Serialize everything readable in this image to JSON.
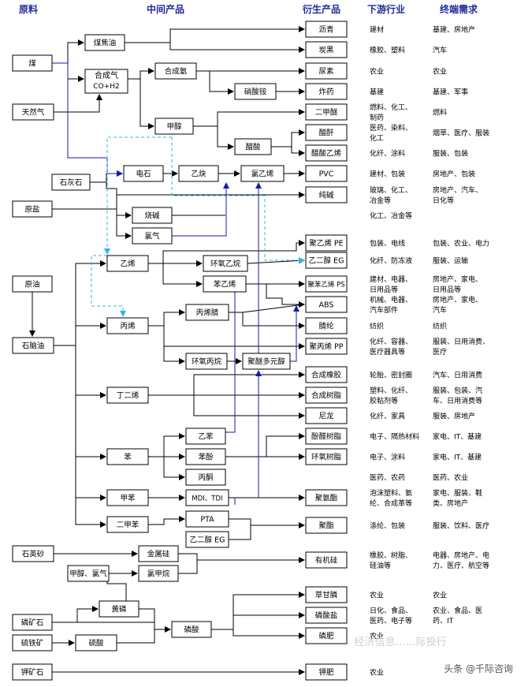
{
  "headers": {
    "raw": "原料",
    "intermediate": "中间产品",
    "derivative": "衍生产品",
    "downstream": "下游行业",
    "terminal": "终端需求"
  },
  "nodes": {
    "coal": "煤",
    "natural_gas": "天然气",
    "limestone": "石灰石",
    "salt": "原盐",
    "crude": "原油",
    "naphtha": "石脑油",
    "quartz": "石英砂",
    "methanol_chlorine": "甲醇、氯气",
    "phosphate_rock": "磷矿石",
    "pyrite": "硫铁矿",
    "potash_rock": "钾矿石",
    "coal_tar": "煤焦油",
    "syngas_1": "合成气",
    "syngas_2": "CO+H2",
    "ammonia": "合成氨",
    "ammonium_nitrate": "硝酸铵",
    "methanol": "甲醇",
    "acetic_acid": "醋酸",
    "carbide": "电石",
    "acetylene": "乙炔",
    "vinyl_chloride": "氯乙烯",
    "caustic_soda": "烧碱",
    "chlorine": "氯气",
    "ethylene": "乙烯",
    "ethylene_oxide": "环氧乙烷",
    "styrene": "苯乙烯",
    "propylene": "丙烯",
    "acrylonitrile": "丙烯腈",
    "propylene_oxide": "环氧丙烷",
    "polyether": "聚醚多元醇",
    "butadiene": "丁二烯",
    "benzene": "苯",
    "ethylbenzene": "乙苯",
    "phenol": "苯酚",
    "acetone": "丙酮",
    "toluene": "甲苯",
    "mdi_tdi": "MDI、TDI",
    "xylene": "二甲苯",
    "pta": "PTA",
    "meg": "乙二醇 EG",
    "metal_si": "金属硅",
    "chloromethane": "氯甲烷",
    "yellow_p": "黄磷",
    "sulfuric_acid": "硫酸",
    "phosphoric_acid": "磷酸",
    "asphalt": "沥青",
    "carbon_black": "炭黑",
    "urea": "尿素",
    "explosive": "炸药",
    "dme": "二甲醚",
    "acetic_anhydride": "醋酐",
    "vinyl_acetate": "醋酸乙烯",
    "pvc": "PVC",
    "soda_ash": "纯碱",
    "pe": "聚乙烯 PE",
    "eg": "乙二醇 EG",
    "ps": "聚苯乙烯 PS",
    "abs": "ABS",
    "acrylic": "腈纶",
    "pp": "聚丙烯 PP",
    "rubber": "合成橡胶",
    "resin": "合成树脂",
    "nylon": "尼龙",
    "phenolic": "酚醛树脂",
    "epoxy": "环氧树脂",
    "pu": "聚氨酯",
    "polyester": "聚酯",
    "silicone": "有机硅",
    "glyphosate": "草甘膦",
    "phosphate_salt": "磷酸盐",
    "phos_fert": "磷肥",
    "potash_fert": "钾肥"
  },
  "rows": [
    {
      "key": "asphalt",
      "down": [
        "建材"
      ],
      "term": [
        "基建、房地产"
      ]
    },
    {
      "key": "carbon_black",
      "down": [
        "橡胶、塑料"
      ],
      "term": [
        "汽车"
      ]
    },
    {
      "key": "urea",
      "down": [
        "农业"
      ],
      "term": [
        "农业"
      ]
    },
    {
      "key": "explosive",
      "down": [
        "基建"
      ],
      "term": [
        "基建、军事"
      ]
    },
    {
      "key": "dme",
      "down": [
        "燃料、化工、",
        "制药"
      ],
      "term": [
        "燃料"
      ]
    },
    {
      "key": "acetic_anhydride",
      "down": [
        "医药、染料、",
        "化工"
      ],
      "term": [
        "烟草、医疗、服装"
      ]
    },
    {
      "key": "vinyl_acetate",
      "down": [
        "化纤、涂料"
      ],
      "term": [
        "服装、包装"
      ]
    },
    {
      "key": "pvc",
      "down": [
        "建材、包装"
      ],
      "term": [
        "房地产、包装"
      ]
    },
    {
      "key": "soda_ash",
      "down": [
        "玻璃、化工、",
        "冶金等"
      ],
      "term": [
        "房地产、汽车、",
        "日化等"
      ]
    },
    {
      "key": "caustic_soda",
      "down": [
        "化工、冶金等"
      ],
      "term": []
    },
    {
      "key": "pe",
      "down": [
        "包装、电线"
      ],
      "term": [
        "包装、农业、电力"
      ]
    },
    {
      "key": "eg",
      "down": [
        "化纤、防冻液"
      ],
      "term": [
        "服装、运输"
      ]
    },
    {
      "key": "ps",
      "down": [
        "建材、电器、",
        "日用品等"
      ],
      "term": [
        "房地产、家电、",
        "日用品等"
      ]
    },
    {
      "key": "abs",
      "down": [
        "机械、电器、",
        "汽车部件"
      ],
      "term": [
        "房地产、家电、",
        "汽车"
      ]
    },
    {
      "key": "acrylic",
      "down": [
        "纺织"
      ],
      "term": [
        "纺织"
      ]
    },
    {
      "key": "pp",
      "down": [
        "化纤、容器、",
        "医疗器具等"
      ],
      "term": [
        "服装、日用消费、",
        "医疗"
      ]
    },
    {
      "key": "rubber",
      "down": [
        "轮胎、密封圈"
      ],
      "term": [
        "汽车、日用消费"
      ]
    },
    {
      "key": "resin",
      "down": [
        "塑料、化纤、",
        "胶粘剂等"
      ],
      "term": [
        "服装、包装、汽",
        "车、日用消费等"
      ]
    },
    {
      "key": "nylon",
      "down": [
        "化纤、家具"
      ],
      "term": [
        "服装、房地产"
      ]
    },
    {
      "key": "phenolic",
      "down": [
        "电子、隔热材料"
      ],
      "term": [
        "家电、IT、基建"
      ]
    },
    {
      "key": "epoxy",
      "down": [
        "电子、涂料"
      ],
      "term": [
        "家电、IT、基建"
      ]
    },
    {
      "key": "acetone",
      "down": [
        "医药、农药"
      ],
      "term": [
        "医药、农业"
      ]
    },
    {
      "key": "pu",
      "down": [
        "泡沫塑料、氨",
        "纶、合成革等"
      ],
      "term": [
        "家电、服装、鞋",
        "类、房地产"
      ]
    },
    {
      "key": "polyester",
      "down": [
        "涤纶、包装"
      ],
      "term": [
        "服装、饮料、医疗"
      ]
    },
    {
      "key": "silicone",
      "down": [
        "橡胶、树脂、",
        "硅油等"
      ],
      "term": [
        "电器、房地产、电",
        "力、医疗、航空等"
      ]
    },
    {
      "key": "glyphosate",
      "down": [
        "农业"
      ],
      "term": [
        "农业"
      ]
    },
    {
      "key": "phosphate_salt",
      "down": [
        "日化、食品、",
        "医药、电子等"
      ],
      "term": [
        "农业、食品、医",
        "药、IT"
      ]
    },
    {
      "key": "phos_fert",
      "down": [
        "农业"
      ],
      "term": []
    },
    {
      "key": "potash_fert",
      "down": [
        "农业"
      ],
      "term": []
    }
  ],
  "watermarks": {
    "center": "经济信息……际投行",
    "brand": "头条 @千际咨询"
  },
  "colors": {
    "line": "#000000",
    "blue": "#1a1aa6",
    "dash": "#33b5e5",
    "header": "#1f2a9a",
    "text": "#000000"
  }
}
